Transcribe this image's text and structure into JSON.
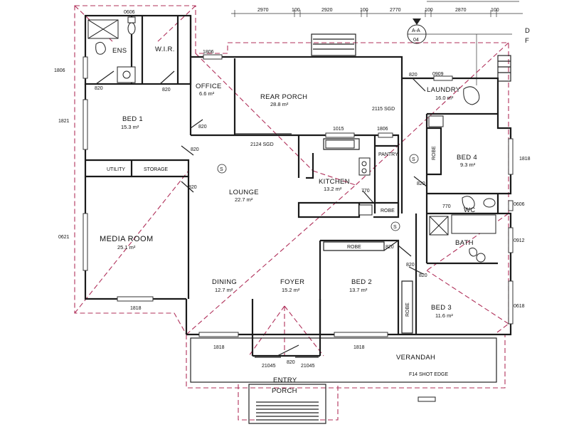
{
  "rooms": {
    "ens": "ENS",
    "wir": "W.I.R.",
    "office": "OFFICE",
    "office_area": "6.6 m²",
    "rear_porch": "REAR PORCH",
    "rear_porch_area": "28.8 m²",
    "laundry": "LAUNDRY",
    "laundry_area": "16.0 m²",
    "bed1": "BED 1",
    "bed1_area": "15.3 m²",
    "utility": "UTILITY",
    "storage": "STORAGE",
    "pantry": "PANTRY",
    "bed4": "BED 4",
    "bed4_area": "9.3 m²",
    "lounge": "LOUNGE",
    "lounge_area": "22.7 m²",
    "kitchen": "KITCHEN",
    "kitchen_area": "13.2 m²",
    "media": "MEDIA ROOM",
    "media_area": "25.1 m²",
    "robe": "ROBE",
    "wc": "WC",
    "bath": "BATH",
    "dining": "DINING",
    "dining_area": "12.7 m²",
    "foyer": "FOYER",
    "foyer_area": "15.2 m²",
    "bed2": "BED 2",
    "bed2_area": "13.7 m²",
    "bed3": "BED 3",
    "bed3_area": "11.6 m²",
    "verandah": "VERANDAH",
    "entry": "ENTRY",
    "porch": "PORCH",
    "shot_edge": "F14 SHOT EDGE"
  },
  "dimensions": {
    "top": [
      "2970",
      "100",
      "2920",
      "100",
      "2770",
      "100",
      "2870",
      "100"
    ],
    "section_a": "A-A",
    "section_b": "04"
  },
  "labels": {
    "d0606_top": "0606",
    "d1806_left": "1806",
    "d1821": "1821",
    "d0621": "0621",
    "d820_a": "820",
    "d820_b": "820",
    "d1806_office": "1806",
    "d820_office": "820",
    "d820_bed1": "820",
    "d820_lounge": "820",
    "d2124sgd": "2124 SGD",
    "d1015": "1015",
    "d1806_pantry": "1806",
    "d2115sgd": "2115 SGD",
    "d820_laundry": "820",
    "d0909": "0909",
    "d1818_bed4": "1818",
    "d820_bed4": "820",
    "d770_kit": "770",
    "d0606_wc": "0606",
    "d770_wc": "770",
    "d0912": "0912",
    "d820_bath": "820",
    "d820_robe": "820",
    "d820_bed3": "820",
    "d0618": "0618",
    "d1818_media": "1818",
    "d1818_dining": "1818",
    "d1818_bed2": "1818",
    "d21045_l": "21045",
    "d820_entry": "820",
    "d21045_r": "21045",
    "s_mark1": "S",
    "s_mark2": "S",
    "s_mark3": "S",
    "d_letter": "D",
    "f_letter": "F"
  }
}
